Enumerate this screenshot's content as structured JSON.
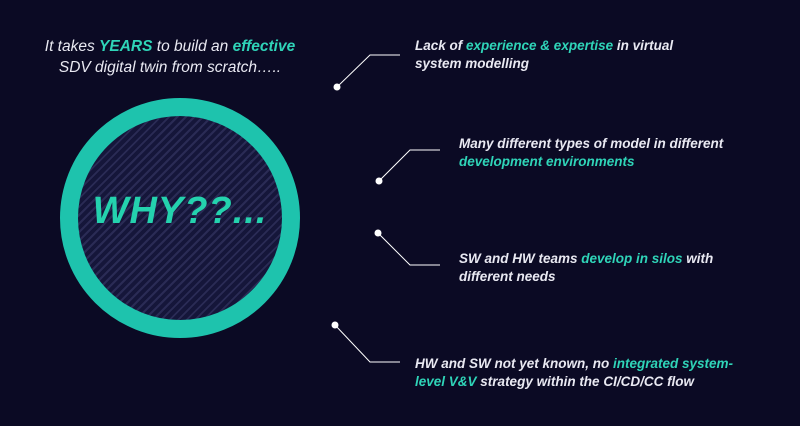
{
  "headline": {
    "pre": "It takes ",
    "years": "YEARS",
    "mid": " to build an ",
    "effective": "effective",
    "line2": "SDV digital twin from scratch….."
  },
  "center_text": "WHY??...",
  "points": [
    {
      "pre": "Lack of ",
      "accent": "experience & expertise",
      "post": " in virtual",
      "line2": "system modelling"
    },
    {
      "pre": "Many different types of model in different",
      "accent": "development environments"
    },
    {
      "pre": "SW and HW teams ",
      "accent": "develop in silos",
      "post": " with",
      "line2": "different needs"
    },
    {
      "pre": "HW and SW not yet known, no ",
      "accent": "integrated system-",
      "accent2": "level V&V",
      "post": " strategy within the CI/CD/CC flow"
    }
  ],
  "colors": {
    "background": "#0b0a24",
    "accent": "#2fd4b8",
    "ring": "#1ec3ad",
    "text": "#e9e9f2"
  }
}
